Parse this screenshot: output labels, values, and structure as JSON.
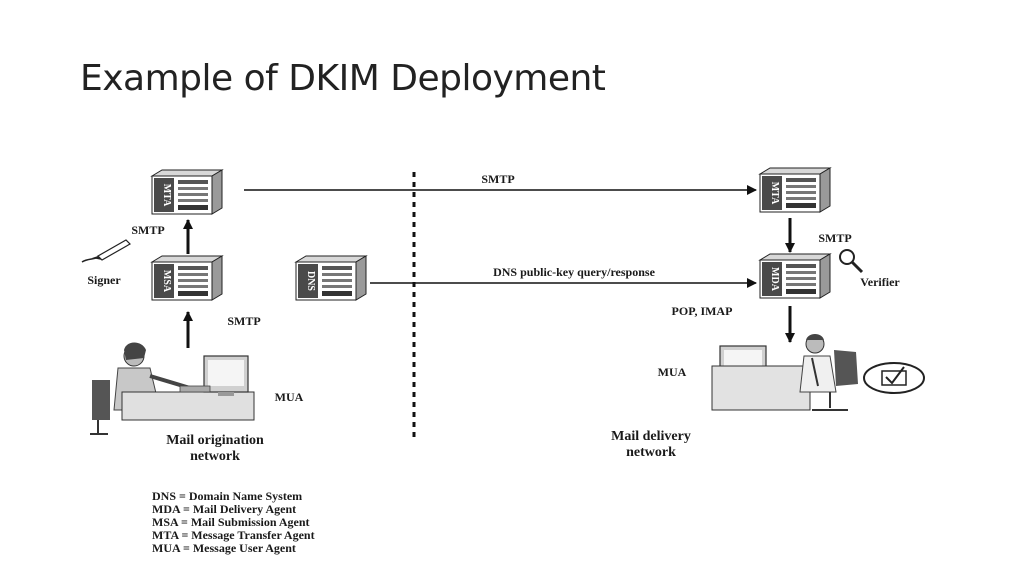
{
  "slide": {
    "title": "Example of DKIM Deployment"
  },
  "diagram": {
    "servers": {
      "mta_left": "MTA",
      "msa": "MSA",
      "dns": "DNS",
      "mta_right": "MTA",
      "mda": "MDA"
    },
    "labels": {
      "smtp_top": "SMTP",
      "smtp_left_upper": "SMTP",
      "smtp_left_lower": "SMTP",
      "smtp_right": "SMTP",
      "dns_query": "DNS public-key query/response",
      "signer": "Signer",
      "verifier": "Verifier",
      "pop_imap": "POP, IMAP",
      "mua_left": "MUA",
      "mua_right": "MUA",
      "origin_network_line1": "Mail origination",
      "origin_network_line2": "network",
      "delivery_network_line1": "Mail delivery",
      "delivery_network_line2": "network"
    },
    "legend": [
      "DNS = Domain Name System",
      "MDA = Mail Delivery Agent",
      "MSA = Mail Submission Agent",
      "MTA = Message Transfer Agent",
      "MUA = Message User Agent"
    ]
  }
}
